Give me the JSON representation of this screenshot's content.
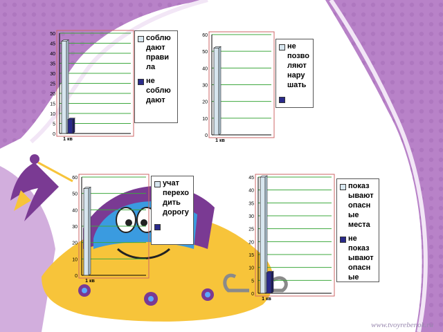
{
  "colors": {
    "series_light": "#d7e6ef",
    "series_dark": "#2a2a8a",
    "purple": "#b882c8",
    "purple_dark": "#7a3a93",
    "yellow": "#f7c43a",
    "gridline": "#3da83d",
    "frame": "#cc6666"
  },
  "watermark": "www.tvoyrebenok.ru",
  "chart_data": [
    {
      "type": "bar",
      "categories": [
        "1 кв"
      ],
      "ylim": [
        0,
        50
      ],
      "yticks": [
        0,
        5,
        10,
        15,
        20,
        25,
        30,
        35,
        40,
        45,
        50
      ],
      "grid": true,
      "legend_position": "right",
      "series": [
        {
          "name": "соблю\nдают\nправи\nла",
          "values": [
            46
          ]
        },
        {
          "name": "не\nсоблю\nдают",
          "values": [
            7
          ]
        }
      ]
    },
    {
      "type": "bar",
      "categories": [
        "1 кв"
      ],
      "ylim": [
        0,
        60
      ],
      "yticks": [
        0,
        10,
        20,
        30,
        40,
        50,
        60
      ],
      "grid": true,
      "legend_position": "right",
      "series": [
        {
          "name": "не\nпозво\nляют\nнару\nшать",
          "values": [
            52
          ]
        },
        {
          "name": "",
          "values": [
            0
          ]
        }
      ]
    },
    {
      "type": "bar",
      "categories": [
        "1 кв"
      ],
      "ylim": [
        0,
        60
      ],
      "yticks": [
        0,
        10,
        20,
        30,
        40,
        50,
        60
      ],
      "grid": true,
      "legend_position": "right",
      "series": [
        {
          "name": "учат\nперехо\nдить\nдорогу",
          "values": [
            53
          ]
        },
        {
          "name": "",
          "values": [
            0
          ]
        }
      ]
    },
    {
      "type": "bar",
      "categories": [
        "1 кв"
      ],
      "ylim": [
        0,
        45
      ],
      "yticks": [
        0,
        5,
        10,
        15,
        20,
        25,
        30,
        35,
        40,
        45
      ],
      "grid": true,
      "legend_position": "right",
      "series": [
        {
          "name": "показ\nывают\nопасн\nые\nместа",
          "values": [
            45
          ]
        },
        {
          "name": "не\nпоказ\nывают\nопасн\nые",
          "values": [
            8
          ]
        }
      ]
    }
  ]
}
